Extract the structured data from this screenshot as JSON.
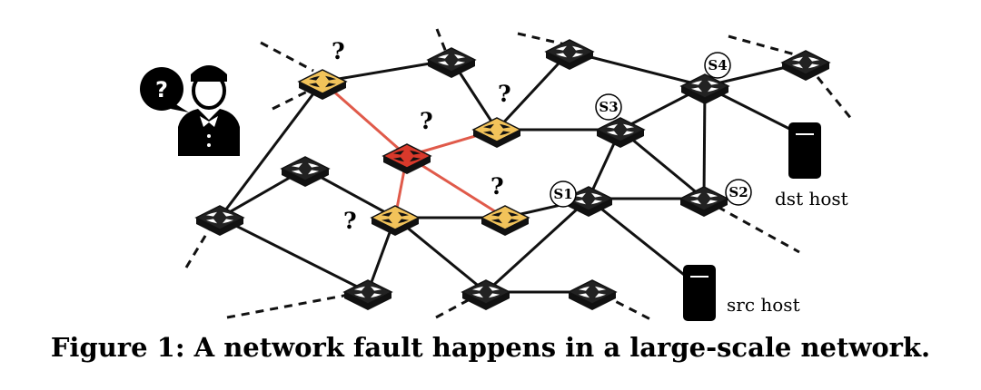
{
  "figure": {
    "caption": "Figure 1: A network fault happens in a large-scale network."
  },
  "diagram": {
    "question_mark": "?",
    "switch_labels": {
      "s1": "S1",
      "s2": "S2",
      "s3": "S3",
      "s4": "S4"
    },
    "hosts": {
      "dst_label": "dst host",
      "src_label": "src host"
    },
    "colors": {
      "fault_switch": "#d9392b",
      "suspect_switch": "#f2c35a",
      "normal_switch": "#222222",
      "fault_link": "#e05a4a",
      "link": "#111111"
    }
  }
}
